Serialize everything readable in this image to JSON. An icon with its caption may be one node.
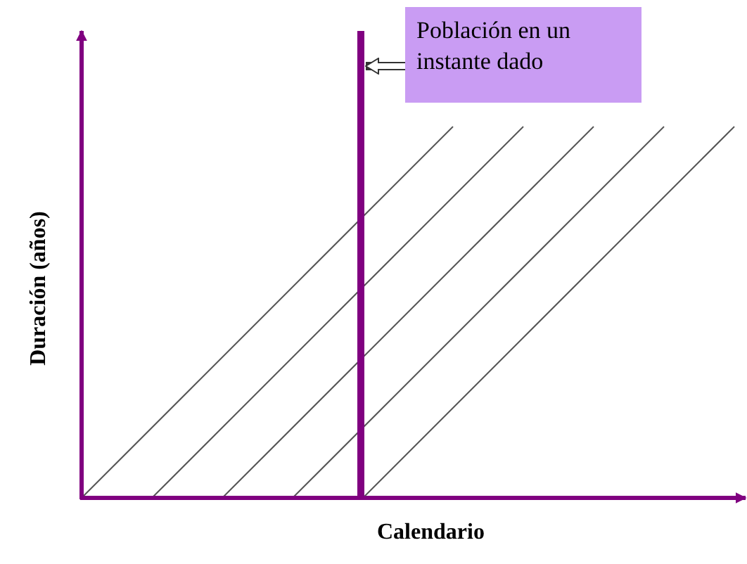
{
  "diagram": {
    "nodes": [
      {
        "text": [
          "Población en un instante dado"
        ]
      },
      {
        "text": [],
        "shape": "bar"
      }
    ],
    "edges": [
      {
        "from": 0,
        "to": 1,
        "arrow": "to"
      }
    ],
    "labels": [
      "Duración (años)",
      "Calendario"
    ]
  }
}
